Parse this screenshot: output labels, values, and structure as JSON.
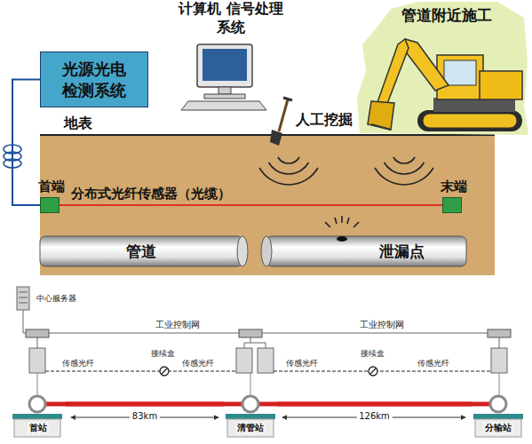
{
  "diagram": {
    "nodes": [
      {
        "text": [
          "光源光电 检测系统"
        ]
      },
      {
        "text": [
          "计算机 信号处理系统"
        ]
      },
      {
        "text": [
          "首端"
        ]
      },
      {
        "text": [
          "末端"
        ]
      },
      {
        "text": [
          "管道"
        ]
      },
      {
        "text": [
          "泄漏点"
        ]
      },
      {
        "text": [
          "中心服务器"
        ]
      },
      {
        "text": [
          "首站"
        ]
      },
      {
        "text": [
          "清管站"
        ]
      },
      {
        "text": [
          "分输站"
        ]
      }
    ],
    "edges": [
      {
        "from": 0,
        "to": 2,
        "arrow": "none"
      },
      {
        "from": 2,
        "to": 3,
        "label": "分布式光纤传感器（光缆）",
        "arrow": "none"
      },
      {
        "from": 7,
        "to": 8,
        "label": "83km",
        "arrow": "none"
      },
      {
        "from": 8,
        "to": 9,
        "label": "126km",
        "arrow": "none"
      }
    ],
    "labels": [
      "地表",
      "人工挖掘",
      "管道附近施工",
      "工业控制网",
      "工业控制网",
      "传感光纤",
      "接续盒",
      "传感光纤",
      "传感光纤",
      "接续盒",
      "传感光纤"
    ]
  }
}
